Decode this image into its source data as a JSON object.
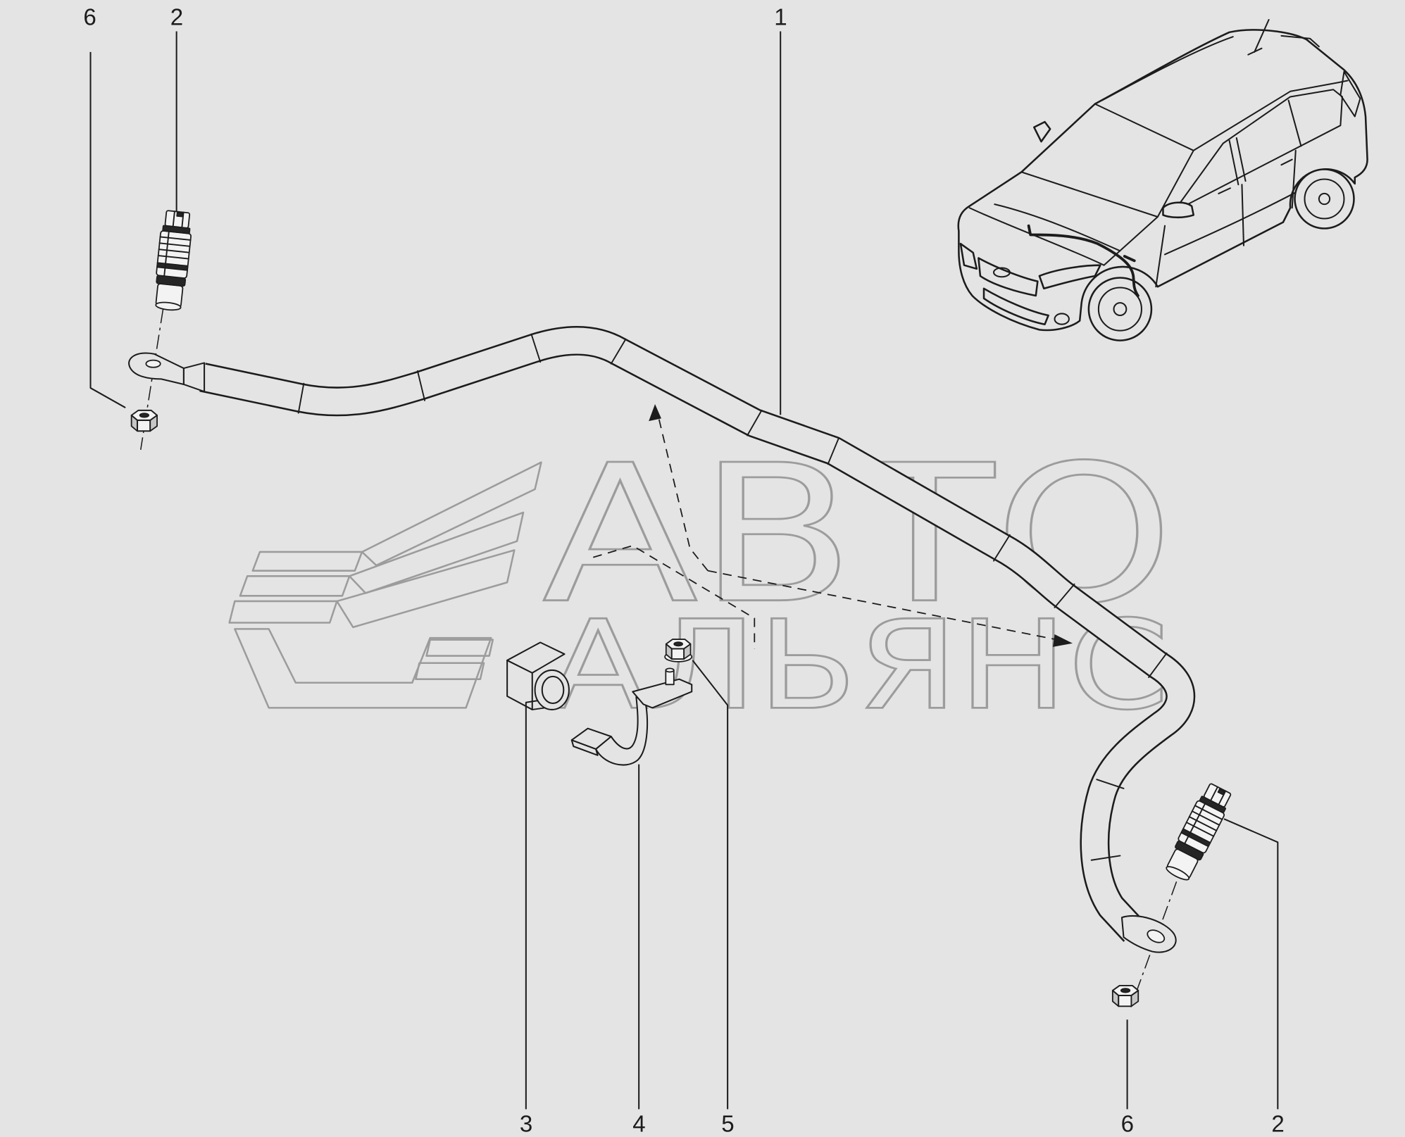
{
  "diagram": {
    "callouts": [
      "6",
      "2",
      "1",
      "3",
      "4",
      "5",
      "6",
      "2"
    ]
  },
  "watermark": {
    "line1": "АВТО",
    "line2": "АЛЬЯНС"
  },
  "colors": {
    "background": "#e4e4e4",
    "line": "#1c1c1c",
    "watermark": "#9c9c9c"
  }
}
